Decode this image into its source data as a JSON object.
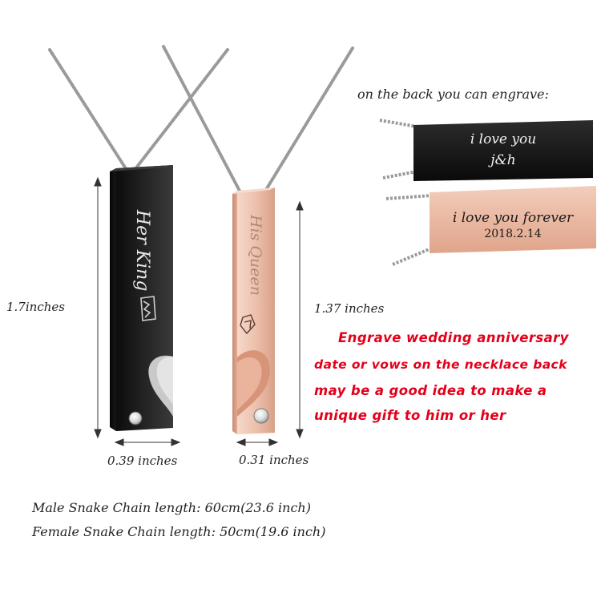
{
  "product": {
    "her_king_text": "Her King",
    "his_queen_text": "His Queen"
  },
  "dimensions": {
    "height_black": "1.7inches",
    "height_rose": "1.37 inches",
    "width_black": "0.39 inches",
    "width_rose": "0.31 inches"
  },
  "engrave_examples": {
    "heading": "on the back you can engrave:",
    "black_line1": "i love you",
    "black_line2": "j&h",
    "rose_line1": "i love you forever",
    "rose_line2": "2018.2.14"
  },
  "promo_lines": [
    "Engrave wedding anniversary",
    "date or vows on the necklace back",
    "may be a good idea to make a",
    "unique gift to him or her"
  ],
  "chain_lengths": {
    "male": "Male Snake Chain length: 60cm(23.6 inch)",
    "female": "Female Snake Chain length: 50cm(19.6 inch)"
  },
  "colors": {
    "promo_red": "#e3001b",
    "black_pendant": "#1b1b1b",
    "rose_gold": "#e9b9a4"
  }
}
